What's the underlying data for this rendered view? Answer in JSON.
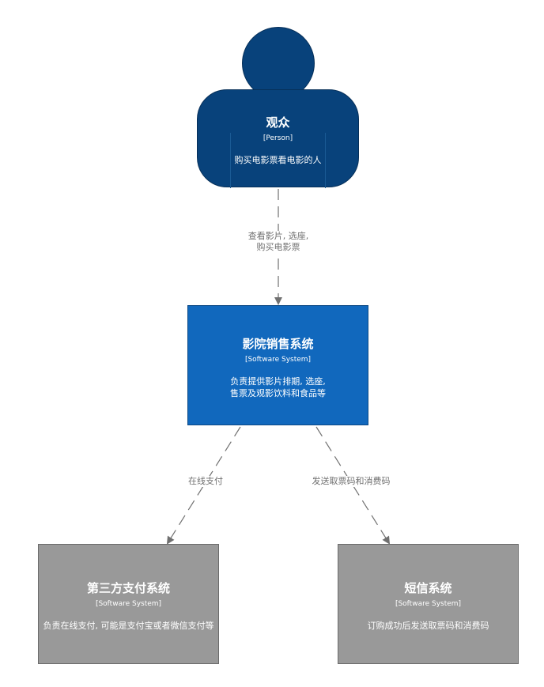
{
  "colors": {
    "person": "#08427b",
    "internal_system": "#1168bd",
    "external_system": "#999999",
    "relationship": "#707070"
  },
  "nodes": {
    "audience": {
      "title": "观众",
      "type": "[Person]",
      "description": "购买电影票看电影的人"
    },
    "cinema_sales": {
      "title": "影院销售系统",
      "type": "[Software System]",
      "description": "负责提供影片排期, 选座,\n售票及观影饮料和食品等"
    },
    "third_party_payment": {
      "title": "第三方支付系统",
      "type": "[Software System]",
      "description": "负责在线支付, 可能是支付宝或者微信支付等"
    },
    "sms": {
      "title": "短信系统",
      "type": "[Software System]",
      "description": "订购成功后发送取票码和消费码"
    }
  },
  "relationships": {
    "audience_to_cinema": "查看影片, 选座,\n购买电影票",
    "cinema_to_payment": "在线支付",
    "cinema_to_sms": "发送取票码和消费码"
  }
}
